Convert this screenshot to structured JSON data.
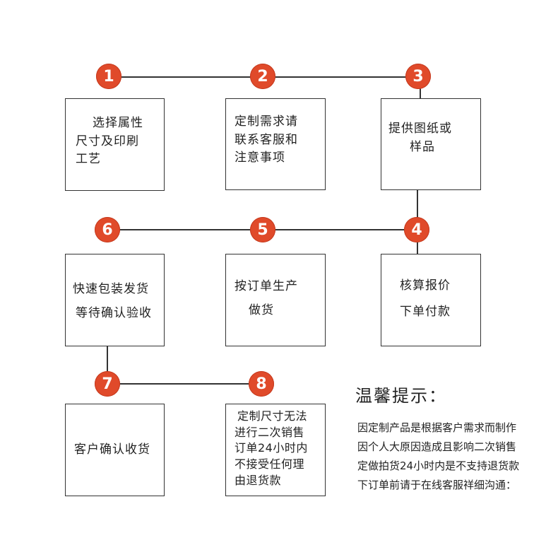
{
  "steps": [
    {
      "num": "1",
      "lines": [
        "选择属性",
        "尺寸及印刷",
        "工艺"
      ]
    },
    {
      "num": "2",
      "lines": [
        "定制需求请",
        "联系客服和",
        "注意事项"
      ]
    },
    {
      "num": "3",
      "lines": [
        "提供图纸或",
        "样品"
      ]
    },
    {
      "num": "4",
      "lines": [
        "核算报价",
        "下单付款"
      ]
    },
    {
      "num": "5",
      "lines": [
        "按订单生产",
        "做货"
      ]
    },
    {
      "num": "6",
      "lines": [
        "快速包装发货",
        "等待确认验收"
      ]
    },
    {
      "num": "7",
      "lines": [
        "客户确认收货"
      ]
    },
    {
      "num": "8",
      "lines": [
        "定制尺寸无法",
        "进行二次销售",
        "订单24小时内",
        "不接受任何理",
        "由退货款"
      ]
    }
  ],
  "note": {
    "title": "温馨提示：",
    "lines": [
      "因定制产品是根据客户需求而制作",
      "因个人大原因造成且影响二次销售",
      "定做拍货24小时内是不支持退货款",
      "下订单前请于在线客服祥细沟通："
    ]
  },
  "colors": {
    "badge": "#e04a2a",
    "line": "#333333"
  }
}
